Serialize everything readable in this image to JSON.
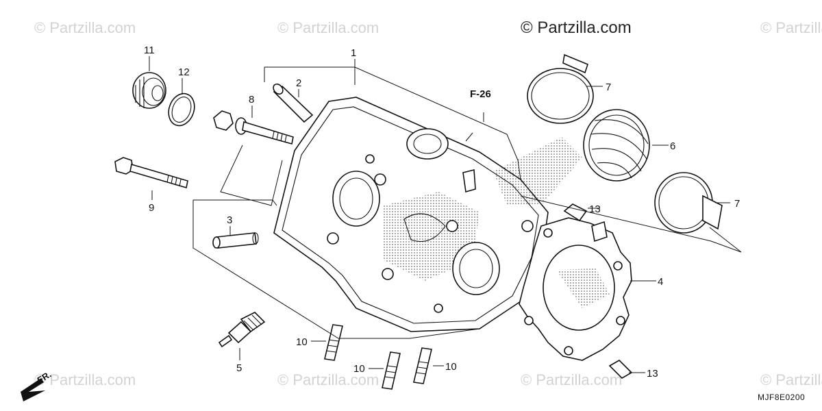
{
  "watermarks": {
    "top_right": "© Partzilla.com",
    "faded": "© Partzilla.com"
  },
  "diagram_code": "MJF8E0200",
  "reference": "F-26",
  "front_label": "FR.",
  "callouts": {
    "c1": "1",
    "c2": "2",
    "c3": "3",
    "c4": "4",
    "c5": "5",
    "c6": "6",
    "c7a": "7",
    "c7b": "7",
    "c8": "8",
    "c9": "9",
    "c10a": "10",
    "c10b": "10",
    "c10c": "10",
    "c11": "11",
    "c12": "12",
    "c13a": "13",
    "c13b": "13"
  },
  "colors": {
    "ink": "#111111",
    "watermark": "#d2d2d2",
    "background": "#ffffff"
  }
}
